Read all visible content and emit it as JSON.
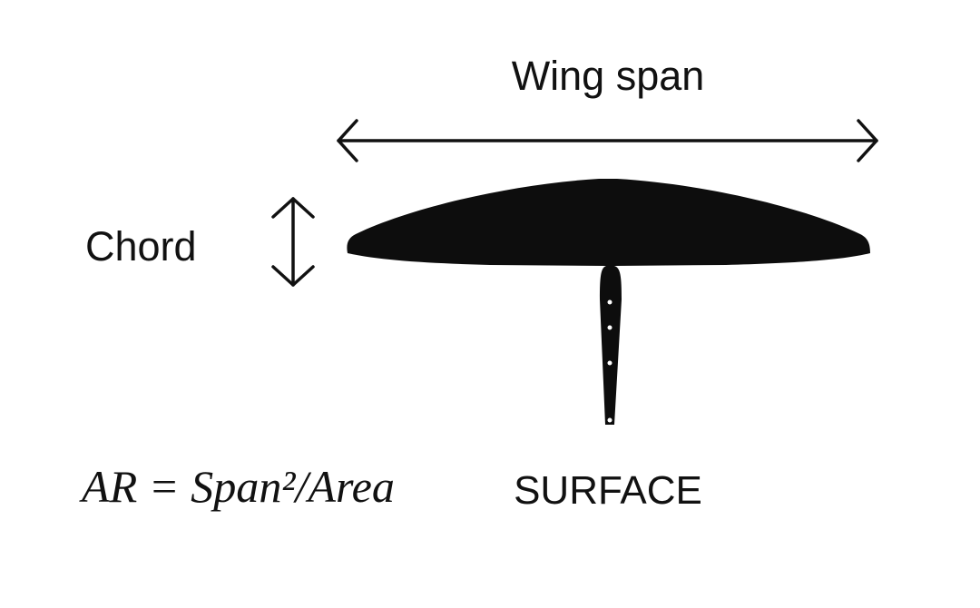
{
  "labels": {
    "wing_span": "Wing span",
    "chord": "Chord",
    "formula": "AR = Span²/Area",
    "surface": "SURFACE"
  },
  "colors": {
    "ink": "#0d0d0d",
    "background": "#ffffff"
  },
  "icons": [
    "double-arrow-horizontal-icon",
    "double-arrow-vertical-icon"
  ]
}
